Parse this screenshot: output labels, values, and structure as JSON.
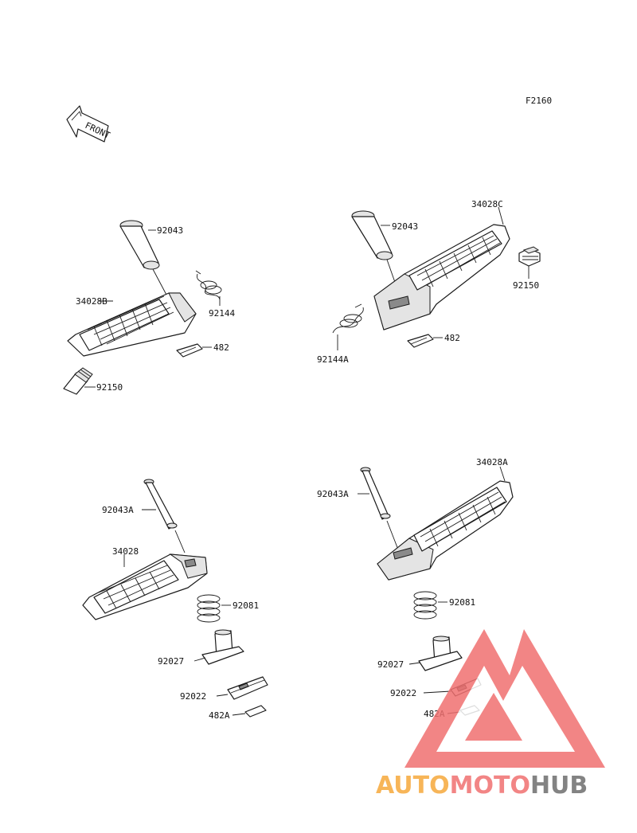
{
  "diagram": {
    "figure_code": "F2160",
    "front_indicator": "FRONT",
    "callouts": {
      "a_92043": "92043",
      "a_34028B": "34028B",
      "a_92144": "92144",
      "a_482": "482",
      "a_92150": "92150",
      "b_34028C": "34028C",
      "b_92043": "92043",
      "b_92150": "92150",
      "b_92144A": "92144A",
      "b_482": "482",
      "c_92043A": "92043A",
      "c_34028": "34028",
      "c_92081": "92081",
      "c_92027": "92027",
      "c_92022": "92022",
      "c_482A": "482A",
      "d_34028A": "34028A",
      "d_92043A": "92043A",
      "d_92081": "92081",
      "d_92027": "92027",
      "d_92022": "92022",
      "d_482A": "482A"
    }
  },
  "watermark": {
    "brand_part1": "AUTO",
    "brand_part2": "MOTO",
    "brand_part3": "HUB",
    "color_orange": "#f6a93b",
    "color_red": "#f07070",
    "color_gray": "#6e6e6e"
  }
}
